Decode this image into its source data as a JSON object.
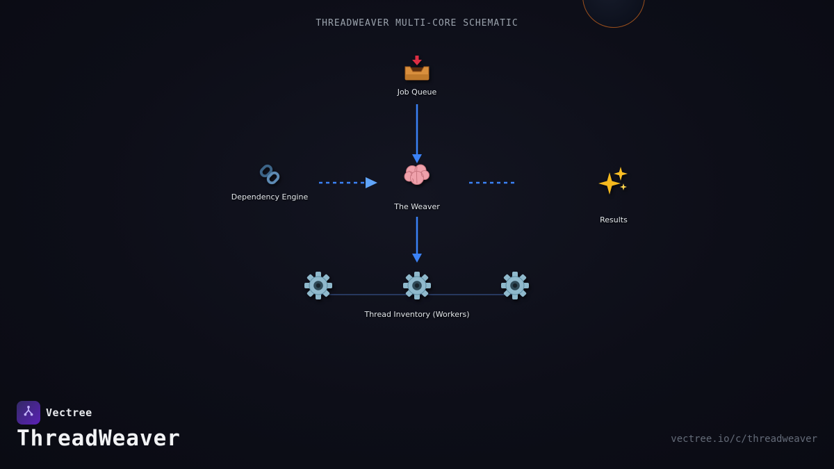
{
  "title": "THREADWEAVER MULTI-CORE SCHEMATIC",
  "diagram": {
    "job_queue_label": "Job Queue",
    "weaver_label": "The Weaver",
    "dependency_label": "Dependency Engine",
    "results_label": "Results",
    "workers_label": "Thread Inventory (Workers)"
  },
  "footer": {
    "brand": "Vectree",
    "product": "ThreadWeaver",
    "url": "vectree.io/c/threadweaver"
  },
  "colors": {
    "arrow_blue": "#3b82f6",
    "arrowhead_light_blue": "#60a5fa",
    "gear_teal": "#8fb9cc",
    "gear_center": "#2f4a57",
    "star_gold": "#f5b91e",
    "brain_pink": "#efa1ab",
    "link_steel_blue": "#49759c",
    "tray_amber": "#d98f3d",
    "tray_arrow_red": "#dd2e44",
    "brand_purple": "#5b21b6",
    "circle_orange": "#9a4f1d",
    "background": "#0d0e18"
  }
}
